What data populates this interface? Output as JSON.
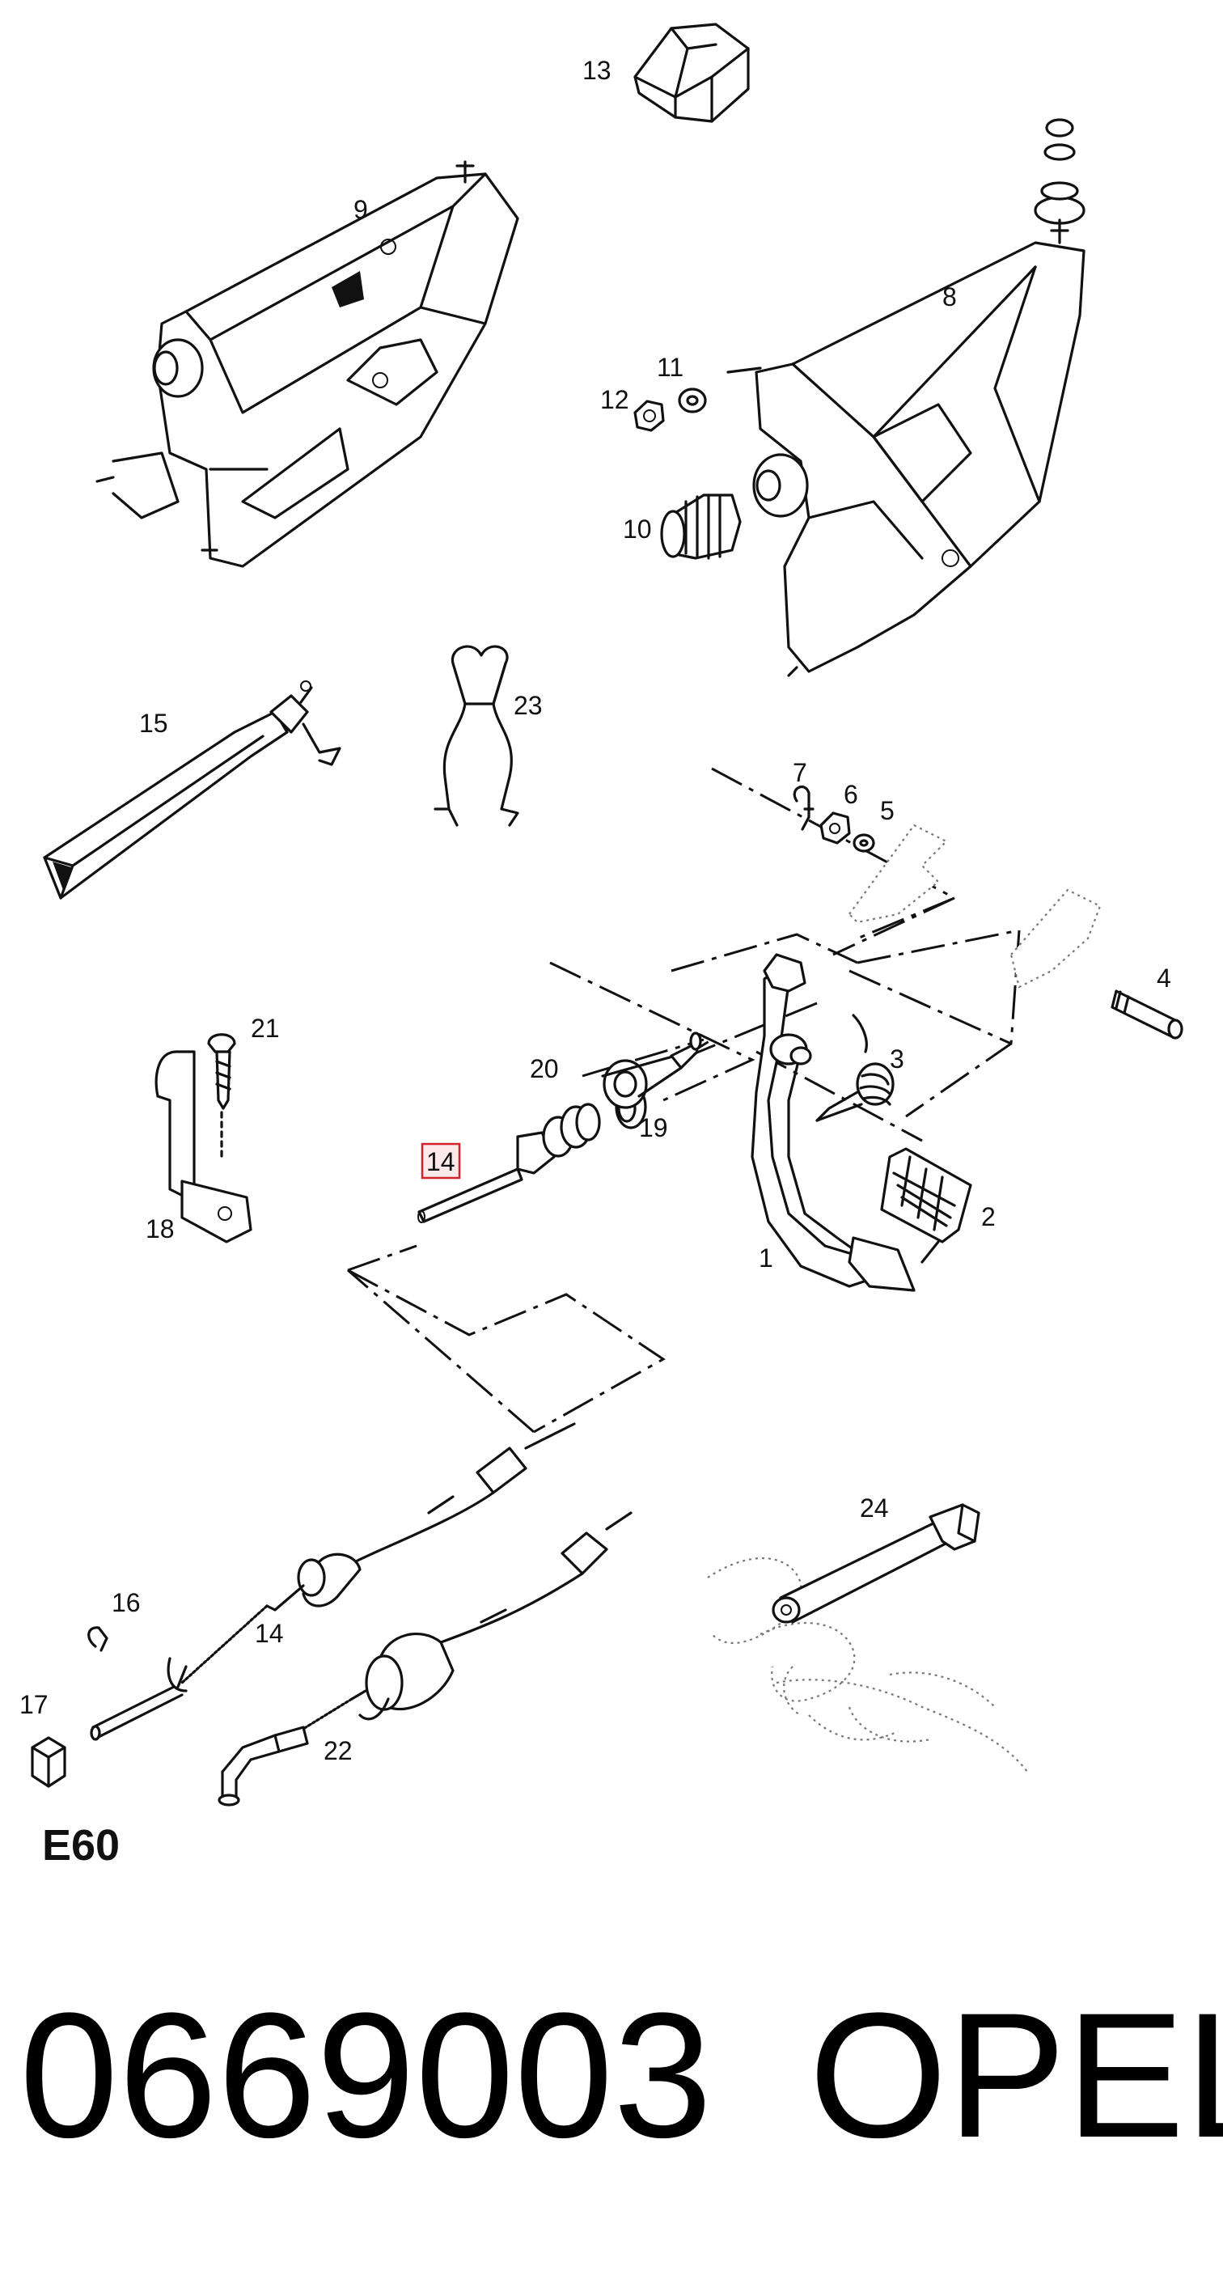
{
  "diagram": {
    "page_code": "E60",
    "part_number": "0669003",
    "brand": "OPEL",
    "highlighted_label": "14",
    "highlight_color": "#d2232a",
    "callouts": {
      "p1": "1",
      "p2": "2",
      "p3": "3",
      "p4": "4",
      "p5": "5",
      "p6": "6",
      "p7": "7",
      "p8": "8",
      "p9": "9",
      "p10": "10",
      "p11": "11",
      "p12": "12",
      "p13": "13",
      "p14a": "14",
      "p14b": "14",
      "p15": "15",
      "p16": "16",
      "p17": "17",
      "p18": "18",
      "p19": "19",
      "p20": "20",
      "p21": "21",
      "p22": "22",
      "p23": "23",
      "p24": "24"
    }
  }
}
